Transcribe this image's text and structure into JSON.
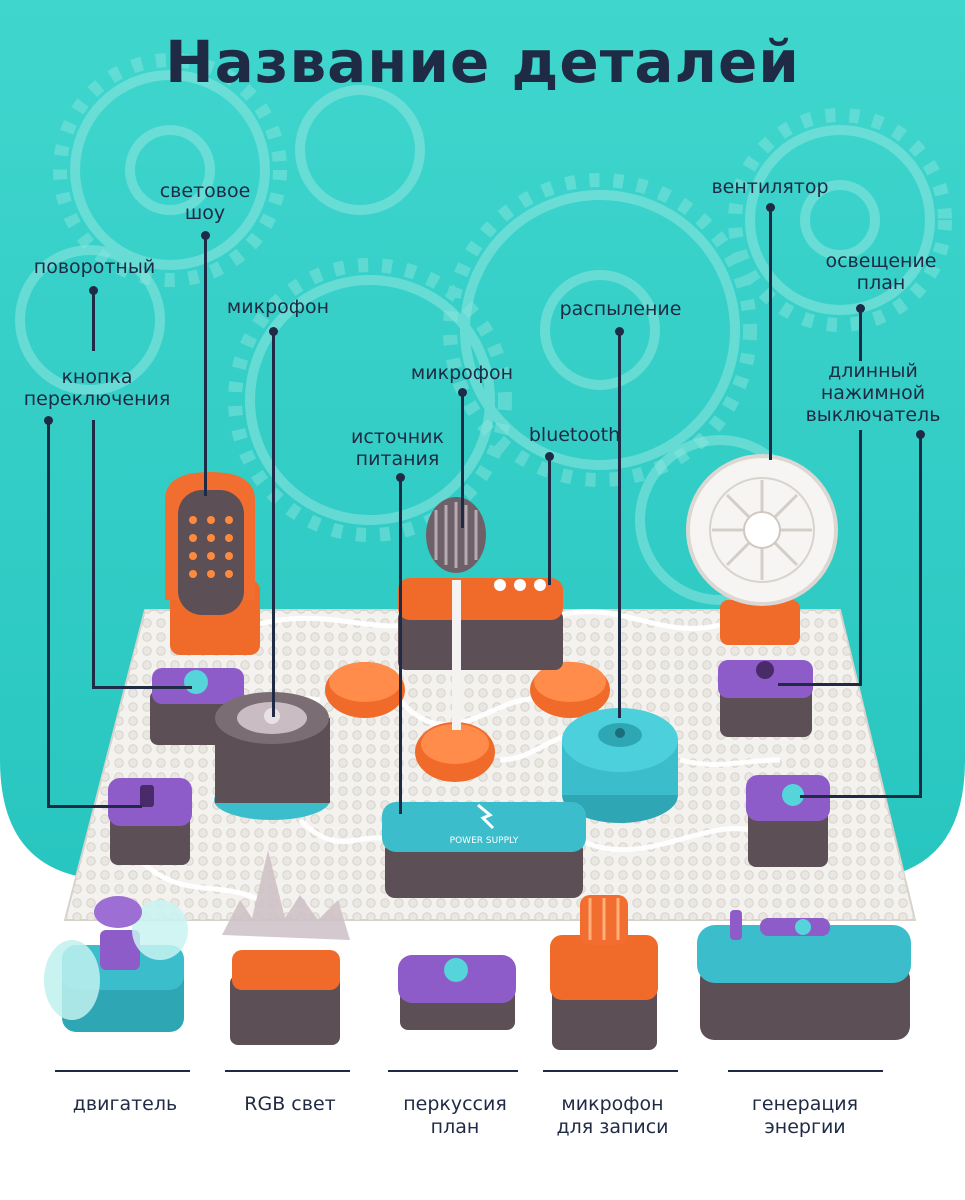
{
  "title": "Название деталей",
  "labels": {
    "light_show": "световое\nшоу",
    "rotary": "поворотный",
    "toggle_button": "кнопка\nпереключения",
    "microphone_1": "микрофон",
    "microphone_2": "микрофон",
    "power_source": "источник\nпитания",
    "bluetooth": "bluetooth",
    "spray": "распыление",
    "fan": "вентилятор",
    "lighting_plan": "освещение\nплан",
    "long_press_switch": "длинный\nнажимной\nвыключатель"
  },
  "bottom_labels": {
    "motor": "двигатель",
    "rgb_light": "RGB свет",
    "percussion_plan": "перкуссия\nплан",
    "recording_mic": "микрофон\nдля записи",
    "energy_generation": "генерация\nэнергии"
  },
  "module_text": {
    "power_supply": "POWER SUPPLY"
  },
  "colors": {
    "teal": "#34cfc7",
    "navy": "#1f2a44",
    "orange": "#f06a2a",
    "purple": "#8d5cc9",
    "cyan_module": "#3bbdcc",
    "smoke": "#5d4f56"
  }
}
